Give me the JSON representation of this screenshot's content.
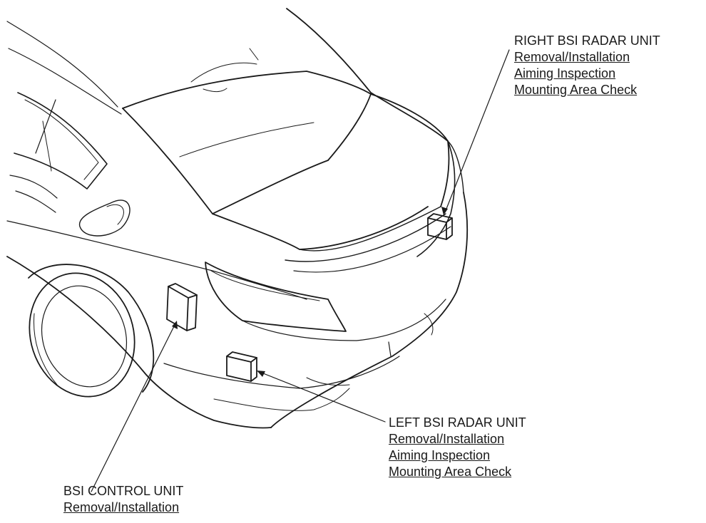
{
  "callouts": {
    "right_radar": {
      "title": "RIGHT BSI RADAR UNIT",
      "links": [
        "Removal/Installation",
        "Aiming Inspection",
        "Mounting Area Check"
      ]
    },
    "left_radar": {
      "title": "LEFT BSI RADAR UNIT",
      "links": [
        "Removal/Installation",
        "Aiming Inspection",
        "Mounting Area Check"
      ]
    },
    "control_unit": {
      "title": "BSI CONTROL UNIT",
      "links": [
        "Removal/Installation"
      ]
    }
  },
  "colors": {
    "line": "#1a1a1a",
    "background": "#ffffff"
  }
}
